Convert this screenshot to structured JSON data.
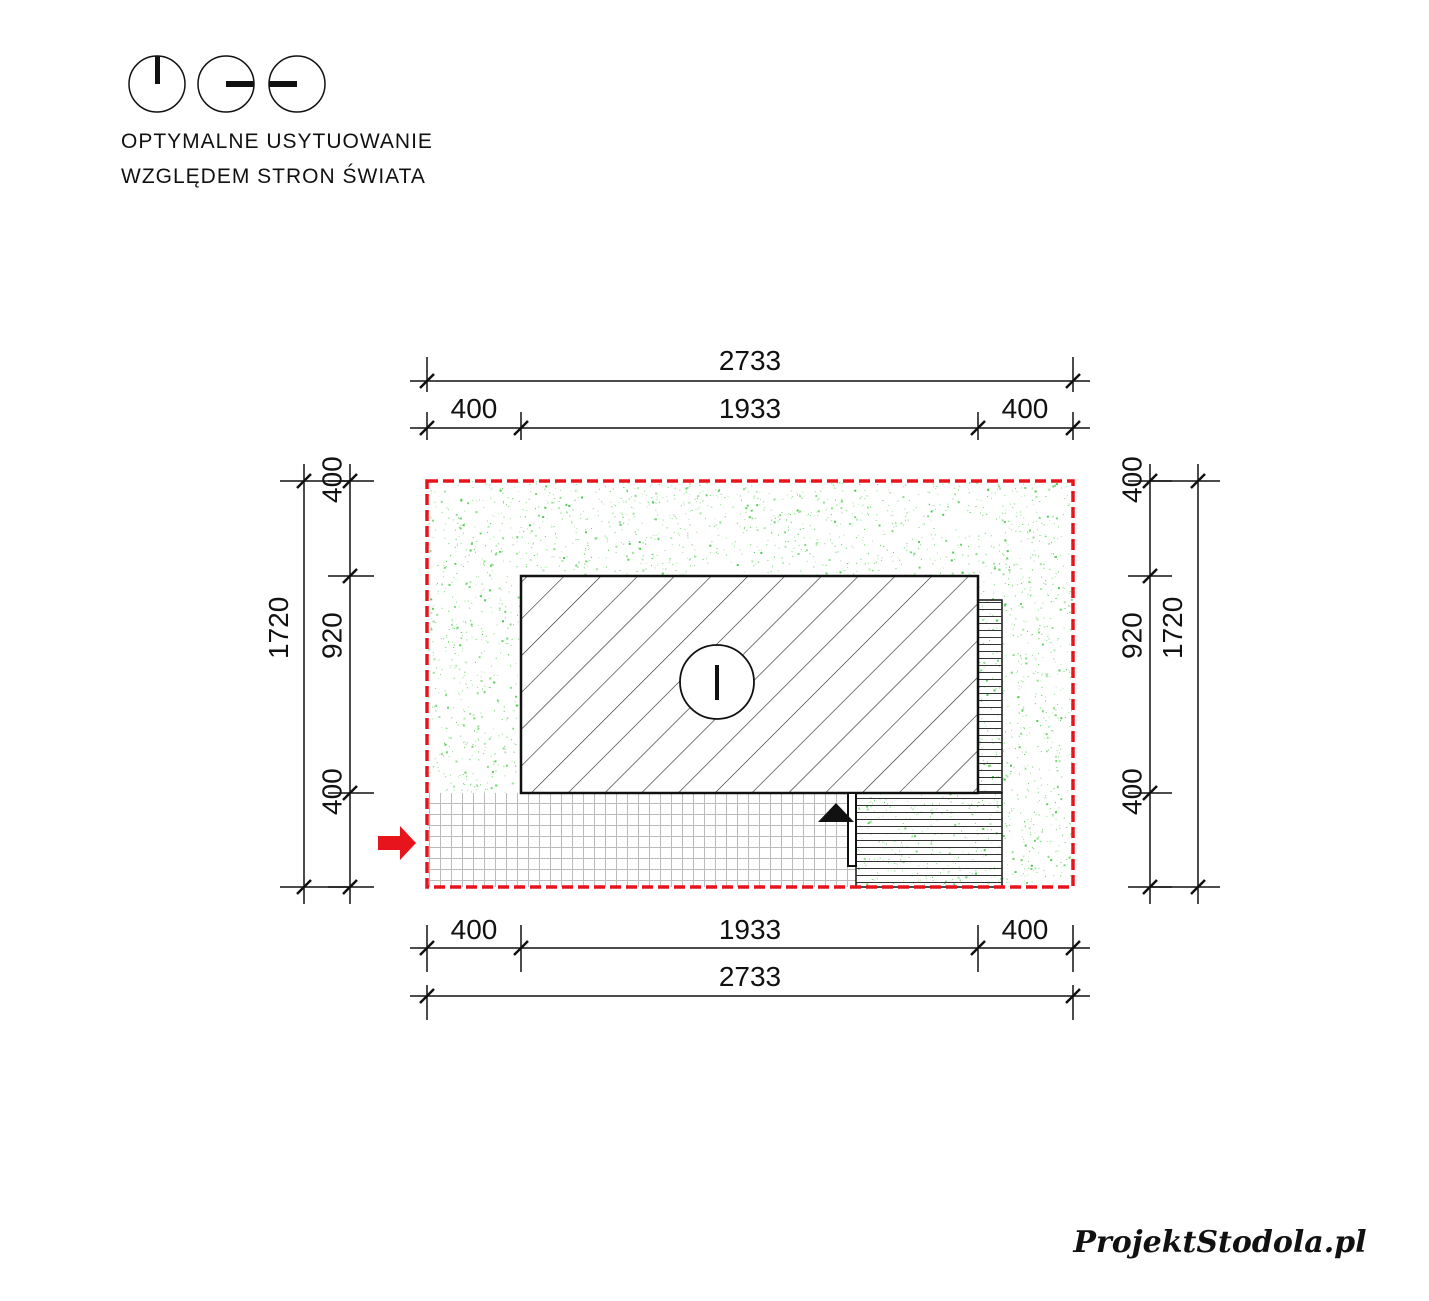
{
  "legend": {
    "line1": "OPTYMALNE USYTUOWANIE",
    "line2": "WZGLĘDEM STRON ŚWIATA",
    "icons": [
      "orientation-north-icon",
      "orientation-east-icon",
      "orientation-west-icon"
    ]
  },
  "dimensions": {
    "top_total": "2733",
    "top_left": "400",
    "top_middle": "1933",
    "top_right": "400",
    "bottom_left": "400",
    "bottom_middle": "1933",
    "bottom_right": "400",
    "bottom_total": "2733",
    "left_total": "1720",
    "left_top": "400",
    "left_middle": "920",
    "left_bottom": "400",
    "right_top": "400",
    "right_middle": "920",
    "right_bottom": "400",
    "right_total": "1720"
  },
  "colors": {
    "boundary": "#e8141b",
    "grass": "#3cc83c",
    "entry_arrow": "#e8141b"
  },
  "logo": "ProjektStodola.pl"
}
